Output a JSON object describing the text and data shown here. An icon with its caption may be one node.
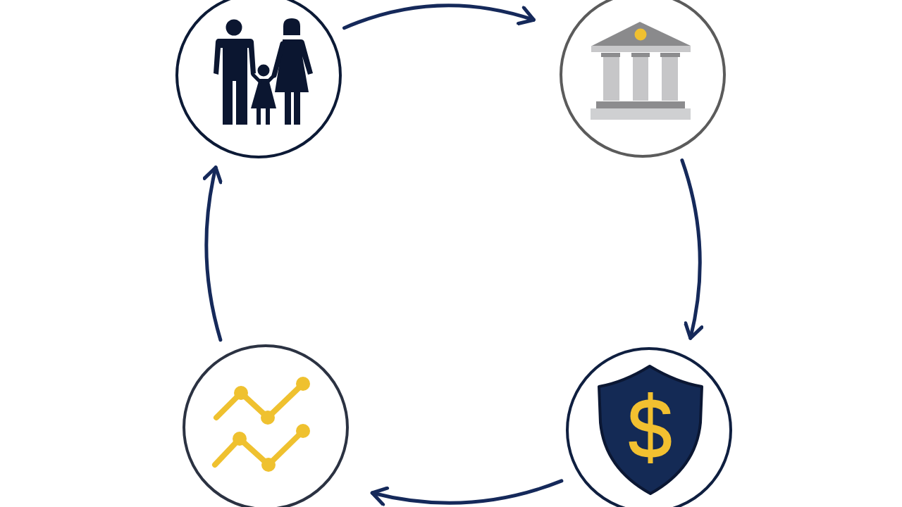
{
  "diagram": {
    "nodes": [
      {
        "text": [],
        "shape": "circle"
      },
      {
        "text": [],
        "shape": "circle"
      },
      {
        "text": [],
        "shape": "circle"
      },
      {
        "text": [],
        "shape": "circle"
      }
    ],
    "edges": [
      {
        "from": 0,
        "to": 1,
        "arrow": "to"
      },
      {
        "from": 1,
        "to": 2,
        "arrow": "to"
      },
      {
        "from": 2,
        "to": 3,
        "arrow": "to"
      },
      {
        "from": 3,
        "to": 0,
        "arrow": "to"
      }
    ]
  }
}
